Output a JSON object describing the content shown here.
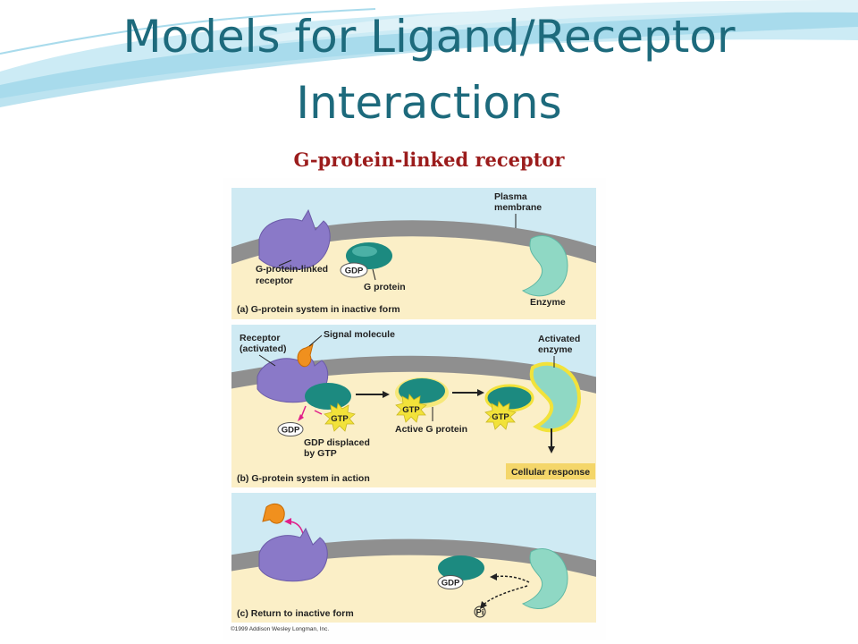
{
  "slide": {
    "title_line1": "Models for Ligand/Receptor",
    "title_line2": "Interactions",
    "subtitle": "G-protein-linked receptor"
  },
  "colors": {
    "title": "#1d6a7c",
    "subtitle": "#9b1c1c",
    "cytoplasm": "#fbefc7",
    "extracellular": "#cfeaf3",
    "membrane": "#8f8f8f",
    "receptor": "#8a79c8",
    "g_protein": "#1c8a80",
    "enzyme": "#8fd8c4",
    "signal_molecule": "#f0901e",
    "gtp_burst": "#f2e23a",
    "response_box": "#f4d66a"
  },
  "panel_a": {
    "plasma_membrane_label": "Plasma\nmembrane",
    "receptor_label": "G-protein-linked\nreceptor",
    "gdp_badge": "GDP",
    "g_protein_label": "G protein",
    "enzyme_label": "Enzyme",
    "caption": "(a) G-protein system in inactive form"
  },
  "panel_b": {
    "receptor_label": "Receptor\n(activated)",
    "signal_label": "Signal molecule",
    "activated_enzyme_label": "Activated\nenzyme",
    "gdp_badge": "GDP",
    "gtp_badge": "GTP",
    "gdp_displaced_label": "GDP displaced\nby GTP",
    "active_g_label": "Active G protein",
    "cellular_response": "Cellular response",
    "caption": "(b) G-protein system in action"
  },
  "panel_c": {
    "gdp_badge": "GDP",
    "pi_label": "Pi",
    "caption": "(c) Return to inactive form"
  },
  "copyright": "©1999 Addison Wesley Longman, Inc."
}
